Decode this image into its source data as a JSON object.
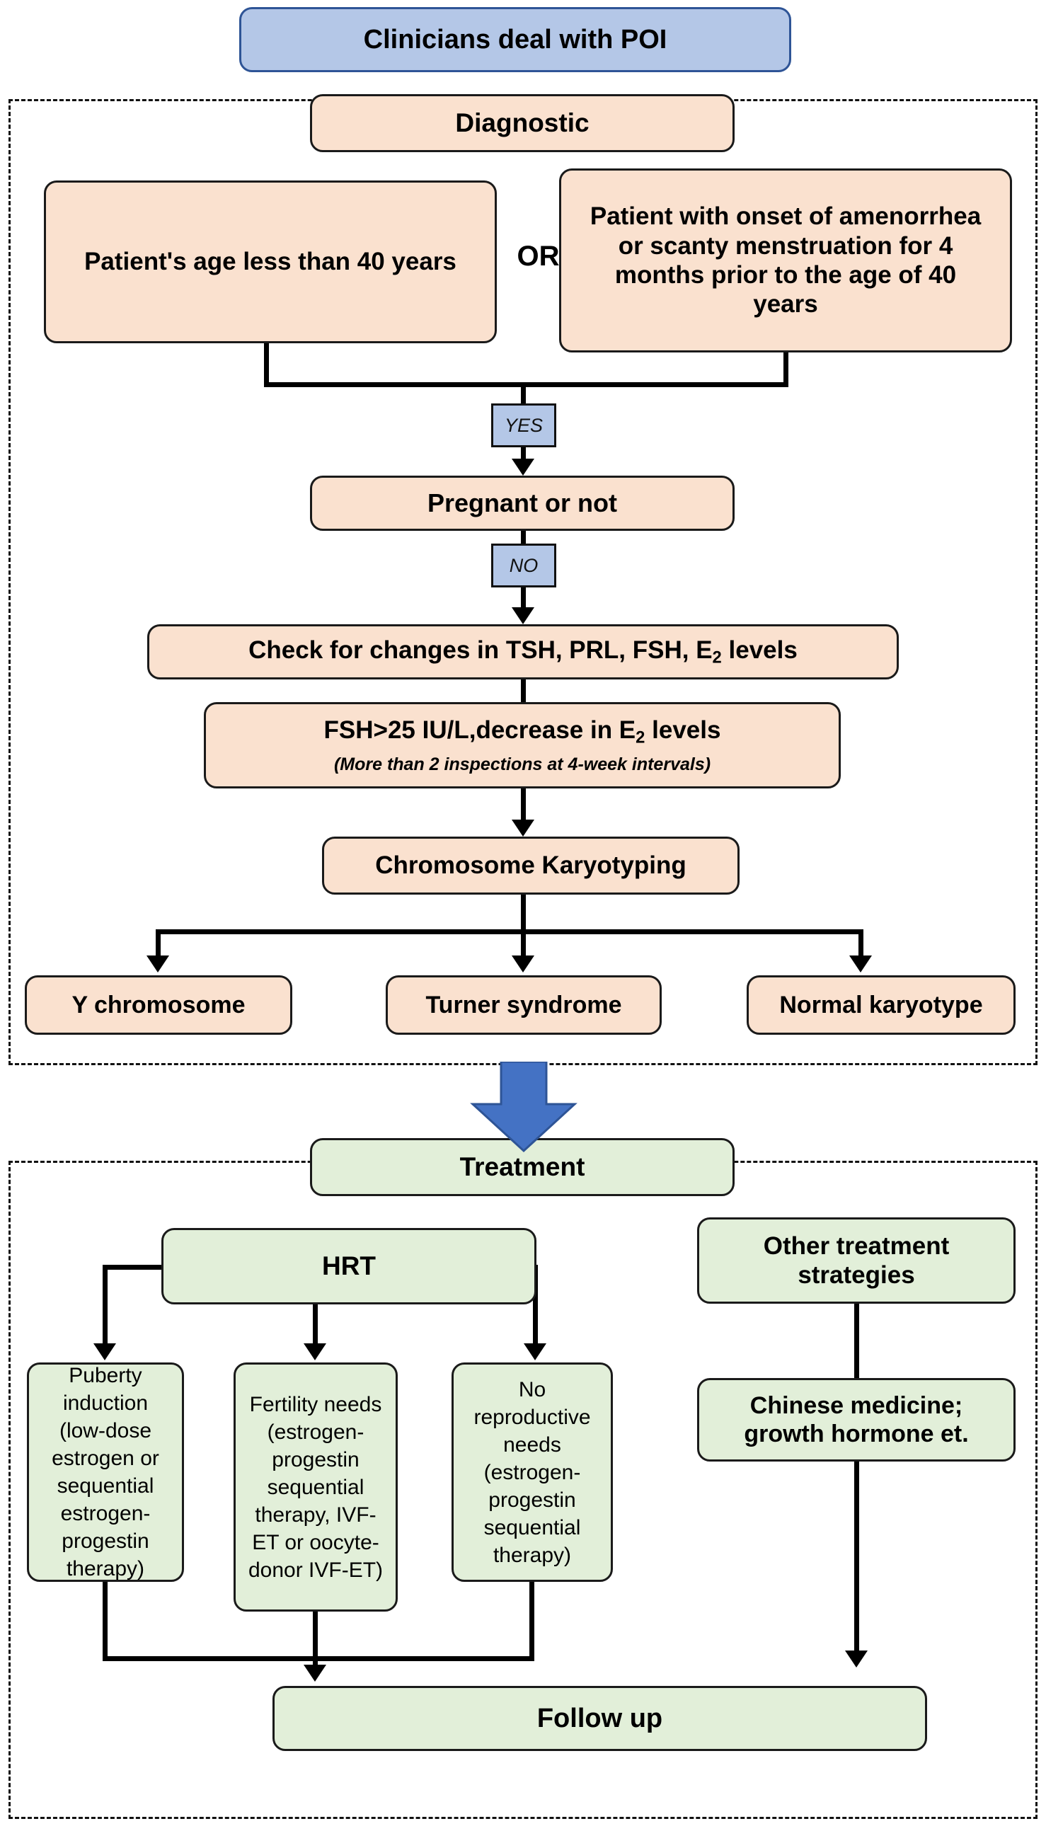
{
  "colors": {
    "peach": "#fae1cf",
    "green": "#e2efd9",
    "blue": "#b4c7e7",
    "blue_border": "#2e5496",
    "outline": "#1a1a1a",
    "arrow": "#4472c4"
  },
  "header": {
    "title": "Clinicians deal with POI"
  },
  "diagnostic": {
    "section_label": "Diagnostic",
    "criteria": {
      "left": "Patient's age less than 40 years",
      "operator": "OR",
      "right": "Patient with onset of amenorrhea or scanty menstruation for 4 months prior to the age of 40 years"
    },
    "decisions": {
      "yes": "YES",
      "no": "NO"
    },
    "steps": [
      {
        "id": "pregnant",
        "label": "Pregnant or not"
      },
      {
        "id": "hormone-check",
        "label": "Check for changes in TSH, PRL, FSH, E2 levels"
      },
      {
        "id": "fsh-threshold",
        "label": "FSH>25 IU/L,decrease in E2 levels",
        "note": "(More than 2 inspections at 4-week intervals)"
      },
      {
        "id": "karyotyping",
        "label": "Chromosome Karyotyping"
      }
    ],
    "outcomes": [
      "Y chromosome",
      "Turner syndrome",
      "Normal karyotype"
    ]
  },
  "treatment": {
    "section_label": "Treatment",
    "branches": [
      {
        "id": "hrt",
        "label": "HRT"
      },
      {
        "id": "other",
        "label": "Other treatment strategies"
      }
    ],
    "hrt_options": [
      "Puberty induction (low-dose estrogen or sequential estrogen-progestin therapy)",
      "Fertility needs (estrogen-progestin sequential therapy, IVF-ET or oocyte-donor IVF-ET)",
      "No reproductive needs (estrogen-progestin sequential therapy)"
    ],
    "other_options": [
      "Chinese medicine; growth hormone et."
    ],
    "final": "Follow up"
  }
}
